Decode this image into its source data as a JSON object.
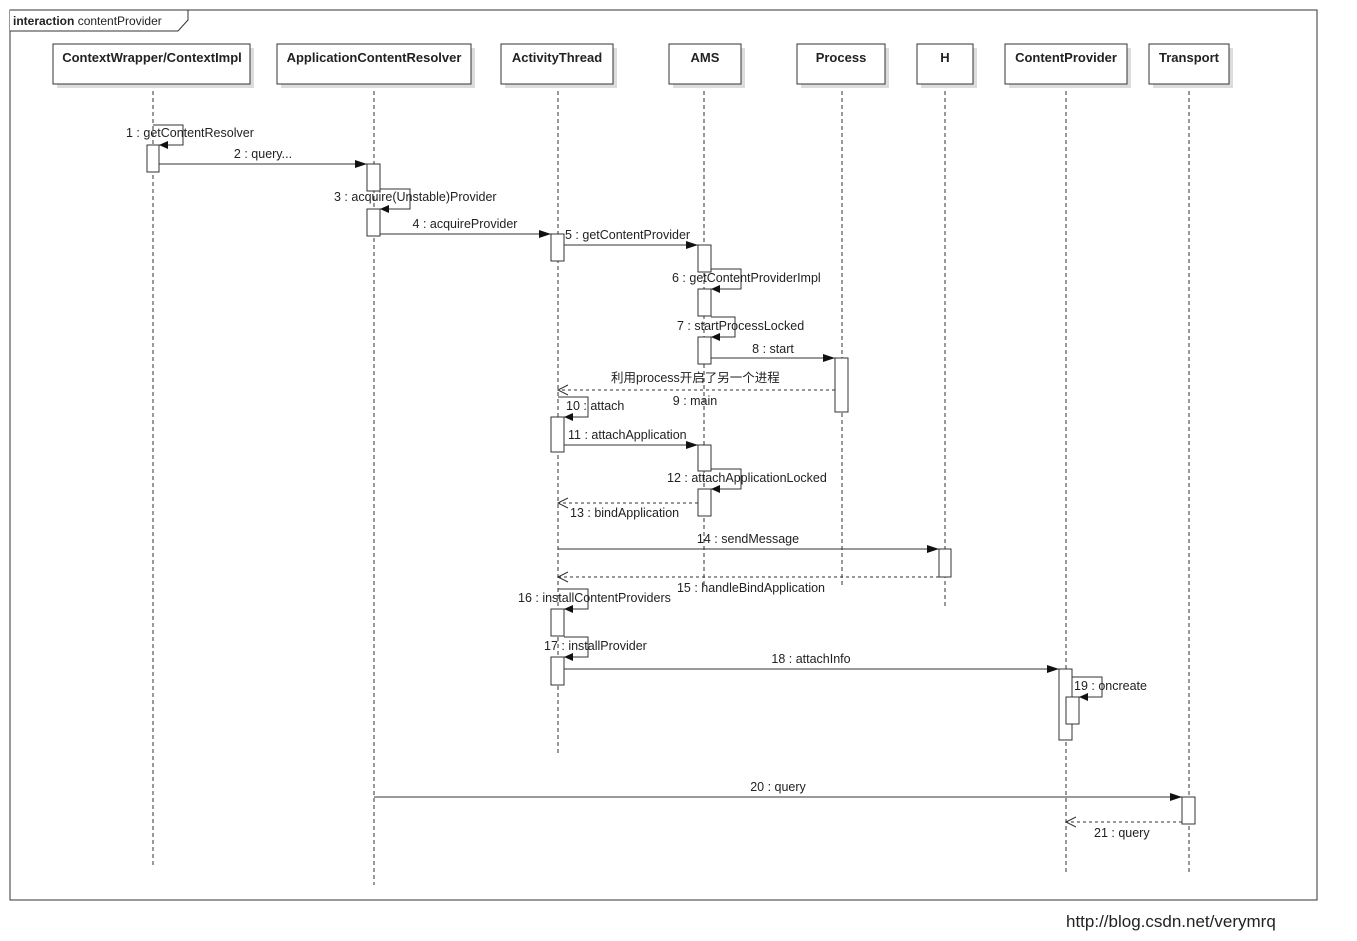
{
  "frame": {
    "keyword": "interaction",
    "name": "contentProvider"
  },
  "lifelines": [
    {
      "id": "ctx",
      "name": "ContextWrapper/ContextImpl"
    },
    {
      "id": "resolver",
      "name": "ApplicationContentResolver"
    },
    {
      "id": "thread",
      "name": "ActivityThread"
    },
    {
      "id": "ams",
      "name": "AMS"
    },
    {
      "id": "process",
      "name": "Process"
    },
    {
      "id": "h",
      "name": "H"
    },
    {
      "id": "provider",
      "name": "ContentProvider"
    },
    {
      "id": "transport",
      "name": "Transport"
    }
  ],
  "messages": [
    {
      "from": "ctx",
      "to": "ctx",
      "label": "1 : getContentResolver",
      "kind": "self"
    },
    {
      "from": "ctx",
      "to": "resolver",
      "label": "2 : query...",
      "kind": "call"
    },
    {
      "from": "resolver",
      "to": "resolver",
      "label": "3 : acquire(Unstable)Provider",
      "kind": "self"
    },
    {
      "from": "resolver",
      "to": "thread",
      "label": "4 : acquireProvider",
      "kind": "call"
    },
    {
      "from": "thread",
      "to": "ams",
      "label": "5 : getContentProvider",
      "kind": "call"
    },
    {
      "from": "ams",
      "to": "ams",
      "label": "6 : getContentProviderImpl",
      "kind": "self"
    },
    {
      "from": "ams",
      "to": "ams",
      "label": "7 : startProcessLocked",
      "kind": "self"
    },
    {
      "from": "ams",
      "to": "process",
      "label": "8 : start",
      "kind": "call"
    },
    {
      "from": "process",
      "to": "thread",
      "label": "9 : main",
      "kind": "return"
    },
    {
      "from": "thread",
      "to": "thread",
      "label": "10 : attach",
      "kind": "self"
    },
    {
      "from": "thread",
      "to": "ams",
      "label": "11 : attachApplication",
      "kind": "call"
    },
    {
      "from": "ams",
      "to": "ams",
      "label": "12 : attachApplicationLocked",
      "kind": "self"
    },
    {
      "from": "ams",
      "to": "thread",
      "label": "13 : bindApplication",
      "kind": "return"
    },
    {
      "from": "thread",
      "to": "h",
      "label": "14 : sendMessage",
      "kind": "call"
    },
    {
      "from": "h",
      "to": "thread",
      "label": "15 : handleBindApplication",
      "kind": "return"
    },
    {
      "from": "thread",
      "to": "thread",
      "label": "16 : installContentProviders",
      "kind": "self"
    },
    {
      "from": "thread",
      "to": "thread",
      "label": "17 : installProvider",
      "kind": "self"
    },
    {
      "from": "thread",
      "to": "provider",
      "label": "18 : attachInfo",
      "kind": "call"
    },
    {
      "from": "provider",
      "to": "provider",
      "label": "19 : oncreate",
      "kind": "self"
    },
    {
      "from": "resolver",
      "to": "transport",
      "label": "20 : query",
      "kind": "call"
    },
    {
      "from": "transport",
      "to": "provider",
      "label": "21 : query",
      "kind": "return"
    }
  ],
  "note": "利用process开启了另一个进程",
  "watermark": "http://blog.csdn.net/verymrq",
  "colors": {
    "line": "#000000",
    "text": "#222222",
    "shadow": "#d6d6d6",
    "watermark": "#cfcfcf"
  }
}
